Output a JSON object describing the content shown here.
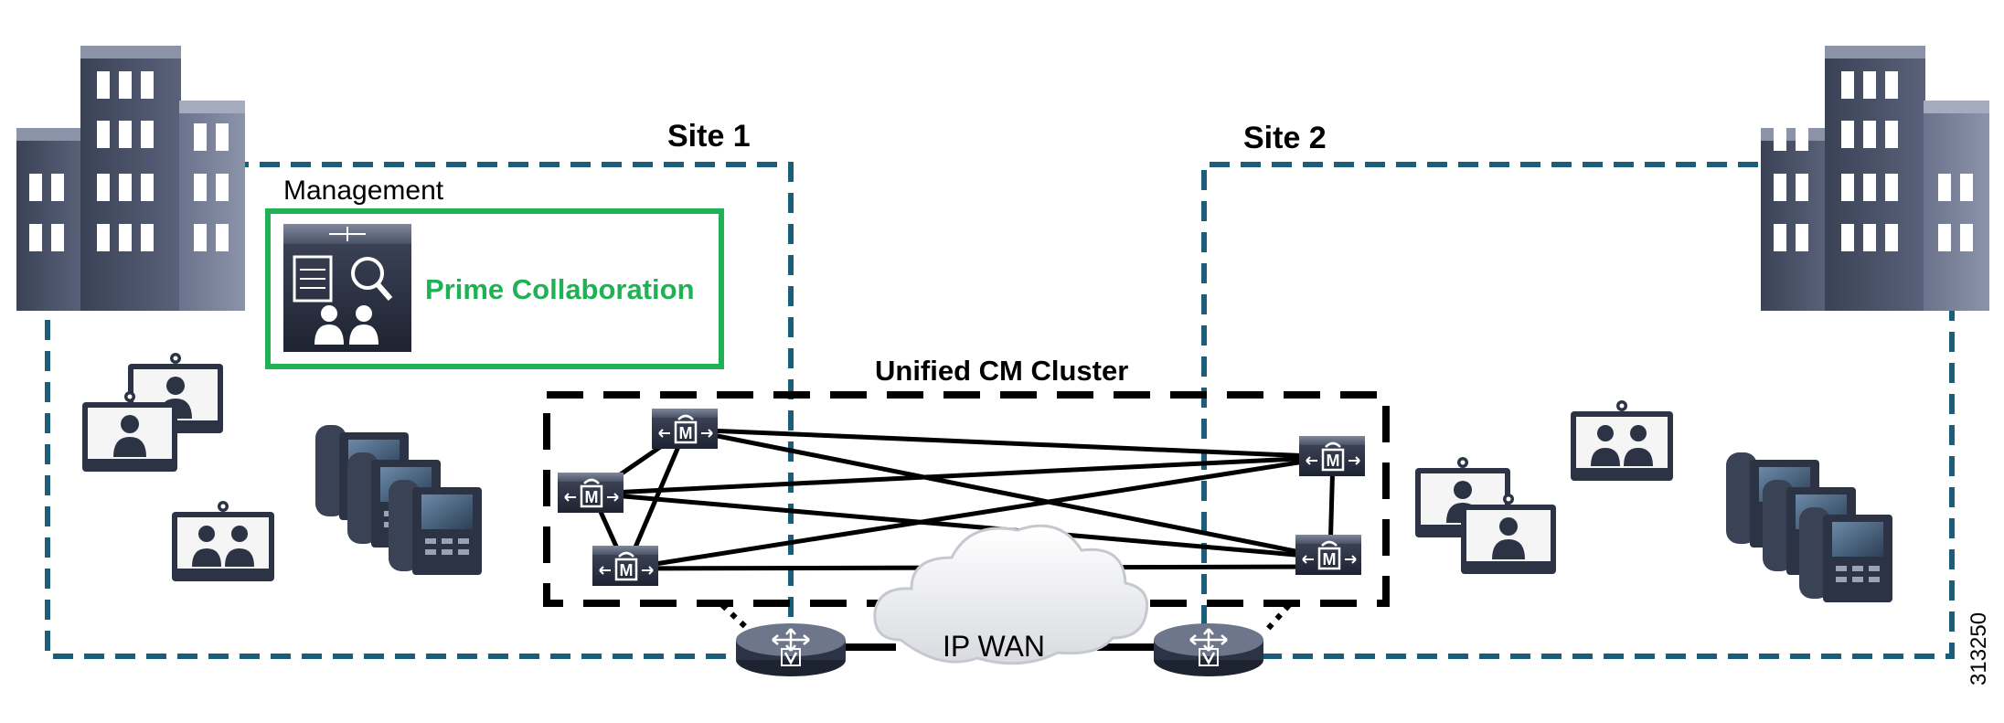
{
  "labels": {
    "site1": "Site 1",
    "site2": "Site 2",
    "management": "Management",
    "prime_collaboration": "Prime Collaboration",
    "cluster": "Unified CM Cluster",
    "ip_wan": "IP WAN",
    "figure_id": "313250",
    "cm_glyph": "M",
    "router_glyph": "V"
  },
  "colors": {
    "site_border": "#1a5e7a",
    "management_border": "#1fb254",
    "prime_text": "#1fb254",
    "cluster_border": "#000000",
    "device_dark": "#2c3344",
    "device_light": "#6a7385",
    "screen_blue": "#5a7a9a"
  },
  "icons": {
    "buildings": "building-icon",
    "prime_server": "prime-collaboration-server-icon",
    "call_manager": "call-manager-server-icon",
    "router": "voice-router-icon",
    "video_endpoint": "video-endpoint-icon",
    "ip_phone": "ip-phone-icon",
    "cloud": "cloud-icon"
  }
}
